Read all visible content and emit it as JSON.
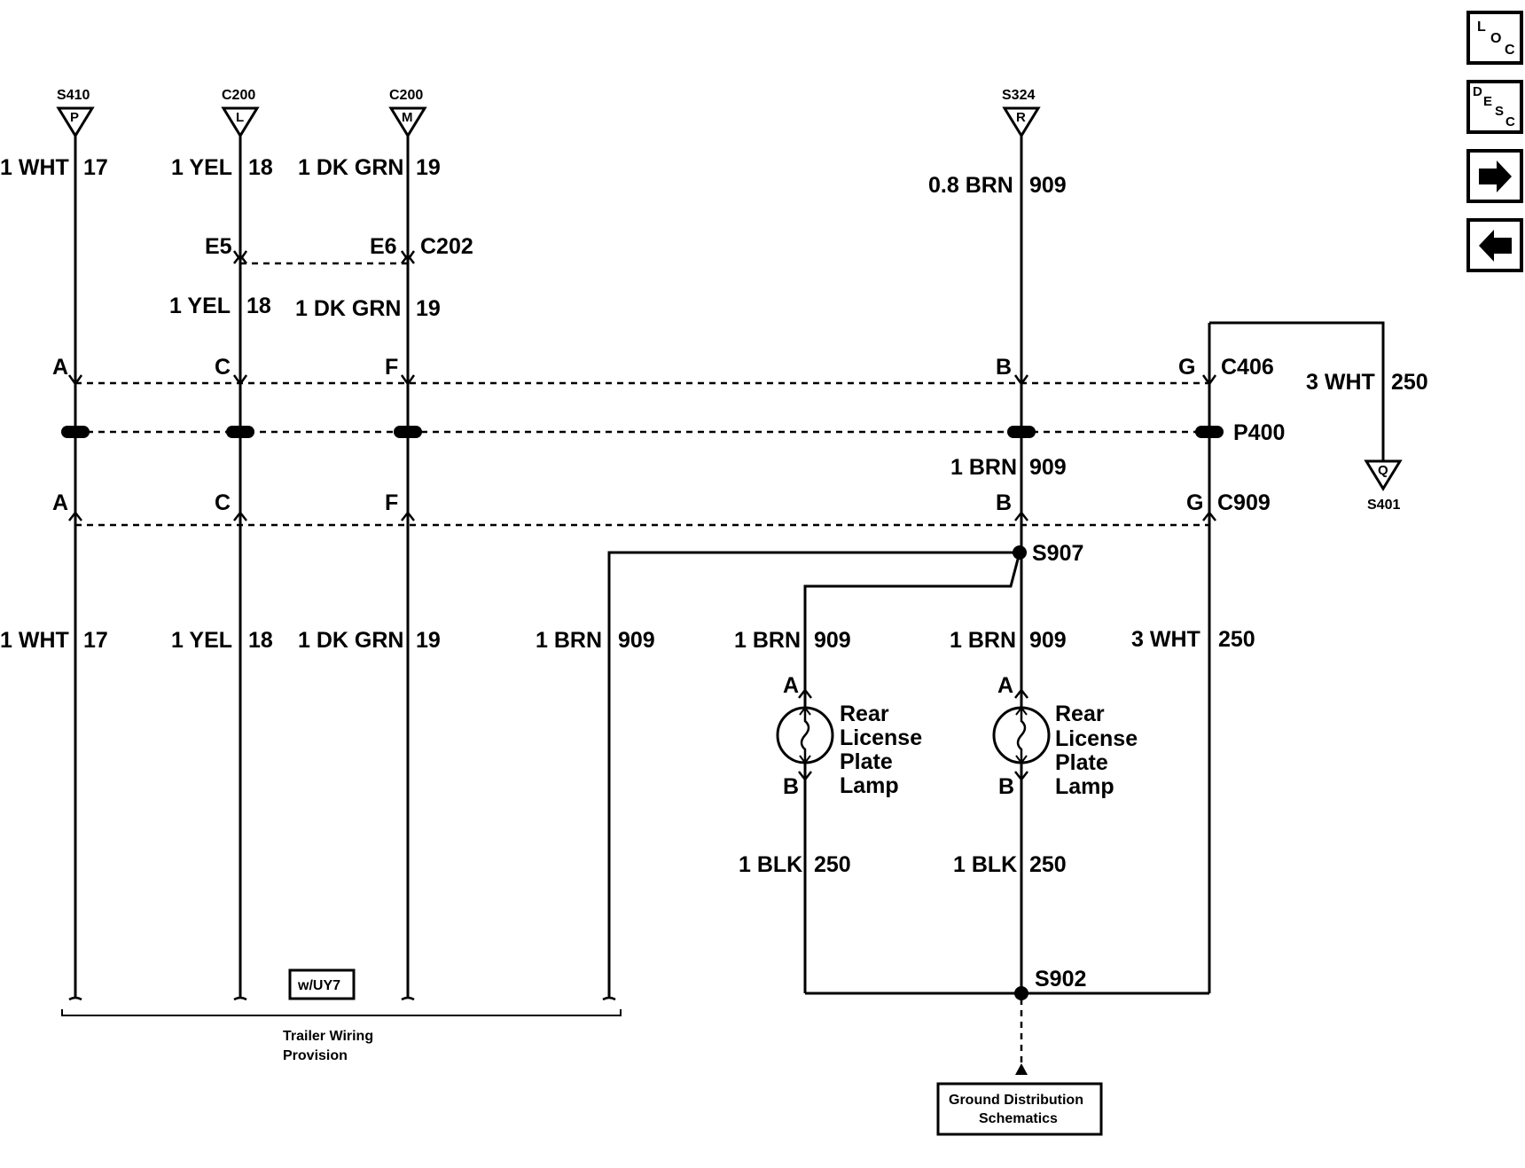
{
  "nav": {
    "loc_text": "LOC",
    "desc_text": "DESC",
    "forward_icon": "right-arrow-icon",
    "back_icon": "left-arrow-icon"
  },
  "sources": [
    {
      "id": "S410",
      "pin": "P"
    },
    {
      "id": "C200",
      "pin": "L"
    },
    {
      "id": "C200",
      "pin": "M"
    },
    {
      "id": "S324",
      "pin": "R"
    }
  ],
  "top_wires": [
    {
      "label": "1 WHT",
      "circuit": "17"
    },
    {
      "label": "1 YEL",
      "circuit": "18"
    },
    {
      "label": "1 DK GRN",
      "circuit": "19"
    },
    {
      "label": "0.8 BRN",
      "circuit": "909"
    }
  ],
  "c202": {
    "connector": "C202",
    "pin_yel": "E5",
    "pin_grn": "E6",
    "yel_label": "1 YEL",
    "yel_circuit": "18",
    "grn_label": "1 DK GRN",
    "grn_circuit": "19"
  },
  "c406": {
    "connector": "C406",
    "pins": [
      "A",
      "C",
      "F",
      "B",
      "G"
    ]
  },
  "p400": {
    "label": "P400"
  },
  "c909": {
    "connector": "C909",
    "pins": [
      "A",
      "C",
      "F",
      "B",
      "G"
    ]
  },
  "mid_brn": {
    "label": "1 BRN",
    "circuit": "909"
  },
  "right_branch": {
    "label": "3 WHT",
    "circuit": "250",
    "splice": "S401",
    "splice_pin": "Q"
  },
  "s907": {
    "label": "S907"
  },
  "bottom_wires": [
    {
      "label": "1 WHT",
      "circuit": "17"
    },
    {
      "label": "1 YEL",
      "circuit": "18"
    },
    {
      "label": "1 DK GRN",
      "circuit": "19"
    },
    {
      "label": "1 BRN",
      "circuit": "909"
    },
    {
      "label": "1 BRN",
      "circuit": "909"
    },
    {
      "label": "1 BRN",
      "circuit": "909"
    },
    {
      "label": "3 WHT",
      "circuit": "250"
    }
  ],
  "lamps": [
    {
      "pin_a": "A",
      "pin_b": "B",
      "name_lines": [
        "Rear",
        "License",
        "Plate",
        "Lamp"
      ],
      "gnd_label": "1 BLK",
      "gnd_circuit": "250"
    },
    {
      "pin_a": "A",
      "pin_b": "B",
      "name_lines": [
        "Rear",
        "License",
        "Plate",
        "Lamp"
      ],
      "gnd_label": "1 BLK",
      "gnd_circuit": "250"
    }
  ],
  "s902": {
    "label": "S902"
  },
  "trailer": {
    "option_box": "w/UY7",
    "caption_lines": [
      "Trailer Wiring",
      "Provision"
    ]
  },
  "ground_ref": {
    "lines": [
      "Ground Distribution",
      "Schematics"
    ]
  }
}
